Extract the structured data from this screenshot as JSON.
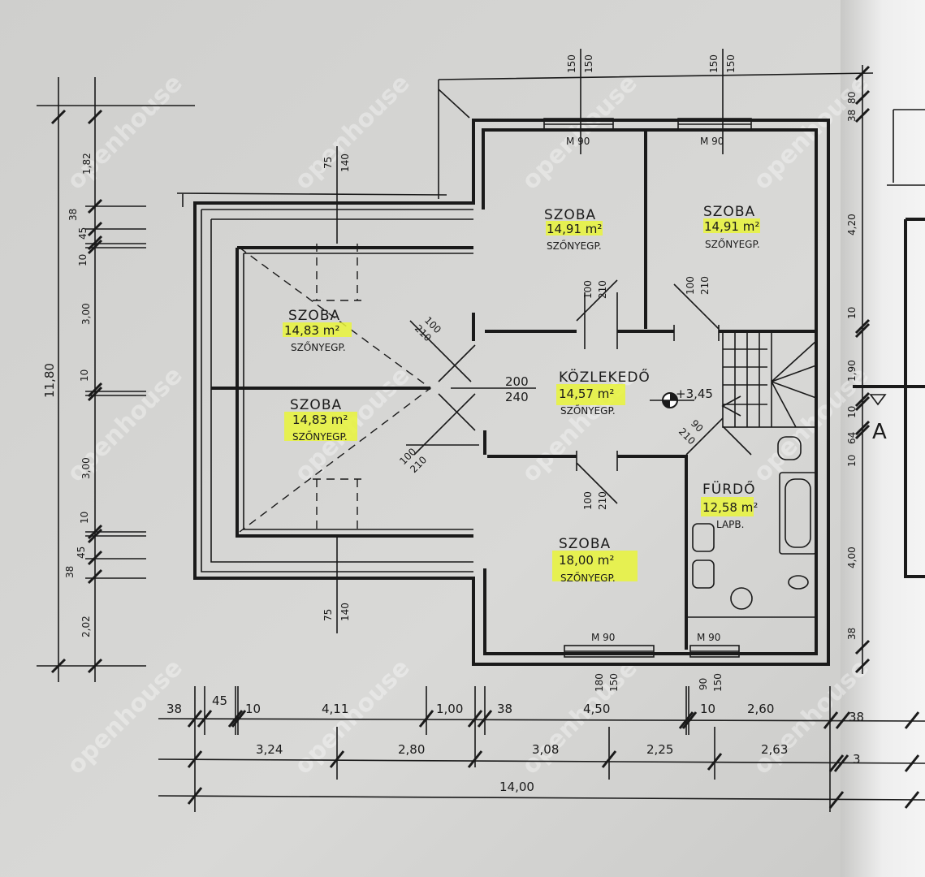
{
  "title": "Floor plan – upper floor",
  "colors": {
    "paper": "#d4d4d2",
    "ink": "#1a1a1a",
    "highlight": "#e9f53a"
  },
  "watermark": "openhouse",
  "rooms": [
    {
      "name": "SZOBA",
      "area": "14,91 m²",
      "floor": "SZŐNYEGP."
    },
    {
      "name": "SZOBA",
      "area": "14,91 m²",
      "floor": "SZŐNYEGP."
    },
    {
      "name": "SZOBA",
      "area": "14,83 m²",
      "floor": "SZŐNYEGP."
    },
    {
      "name": "SZOBA",
      "area": "14,83 m²",
      "floor": "SZŐNYEGP."
    },
    {
      "name": "KÖZLEKEDŐ",
      "area": "14,57 m²",
      "floor": "SZŐNYEGP."
    },
    {
      "name": "FÜRDŐ",
      "area": "12,58 m²",
      "floor": "LAPB."
    },
    {
      "name": "SZOBA",
      "area": "18,00 m²",
      "floor": "SZŐNYEGP."
    }
  ],
  "windows": {
    "top_left": "M 90",
    "top_right": "M 90",
    "bottom_left": "M 90",
    "bottom_right": "M 90"
  },
  "openings": {
    "top_win_1": [
      "150",
      "150"
    ],
    "top_win_2": [
      "150",
      "150"
    ],
    "skylight_top": [
      "75",
      "140"
    ],
    "skylight_bottom": [
      "75",
      "140"
    ],
    "door_room1": [
      "100",
      "210"
    ],
    "door_room2": [
      "100",
      "210"
    ],
    "door_left1": [
      "100",
      "210"
    ],
    "door_left2": [
      "100",
      "210"
    ],
    "hall_opening": [
      "200",
      "240"
    ],
    "door_bath": [
      "90",
      "210"
    ],
    "door_room_bottom": [
      "100",
      "210"
    ],
    "bottom_win_1": [
      "180",
      "150"
    ],
    "bottom_win_2": [
      "90",
      "150"
    ]
  },
  "elevation": "+3,45",
  "section_marker": "A",
  "dims_left": {
    "inner": [
      "1,82",
      "38",
      "45",
      "10",
      "3,00",
      "10",
      "3,00",
      "10",
      "45",
      "38",
      "2,02"
    ],
    "total": "11,80"
  },
  "dims_right": [
    "80",
    "38",
    "4,20",
    "10",
    "1,90",
    "10",
    "64",
    "10",
    "4,00",
    "38"
  ],
  "dims_bottom": {
    "row1": [
      "38",
      "45",
      "10",
      "4,11",
      "1,00",
      "38",
      "4,50",
      "10",
      "2,60",
      "38"
    ],
    "row2": [
      "3,24",
      "2,80",
      "3,08",
      "2,25",
      "2,63",
      "3"
    ],
    "total": "14,00"
  }
}
